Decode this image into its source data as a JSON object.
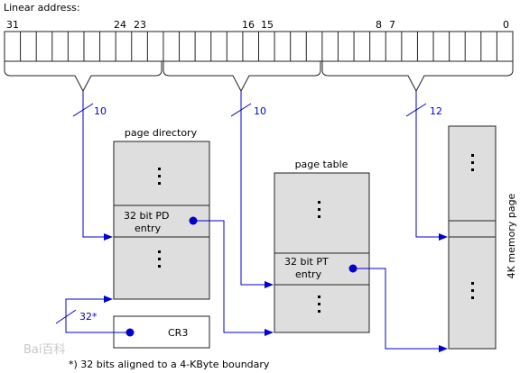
{
  "header": {
    "linear_address_label": "Linear address:",
    "bit_labels": [
      "31",
      "24",
      "23",
      "16",
      "15",
      "8",
      "7",
      "0"
    ]
  },
  "field_widths": {
    "directory_bits": "10",
    "table_bits": "10",
    "offset_bits": "12",
    "cr3_bits": "32*"
  },
  "page_directory": {
    "title": "page directory",
    "entry_line1": "32 bit PD",
    "entry_line2": "entry"
  },
  "page_table": {
    "title": "page table",
    "entry_line1": "32 bit PT",
    "entry_line2": "entry"
  },
  "memory_page": {
    "label": "4K memory page"
  },
  "cr3": {
    "label": "CR3"
  },
  "footnote": "*) 32 bits aligned to a 4-KByte boundary",
  "watermark": "Bai百科",
  "colors": {
    "block_fill": "#dedede",
    "block_stroke": "#222222",
    "arrow_blue": "#0000cc",
    "text_blue": "#0000cc"
  }
}
